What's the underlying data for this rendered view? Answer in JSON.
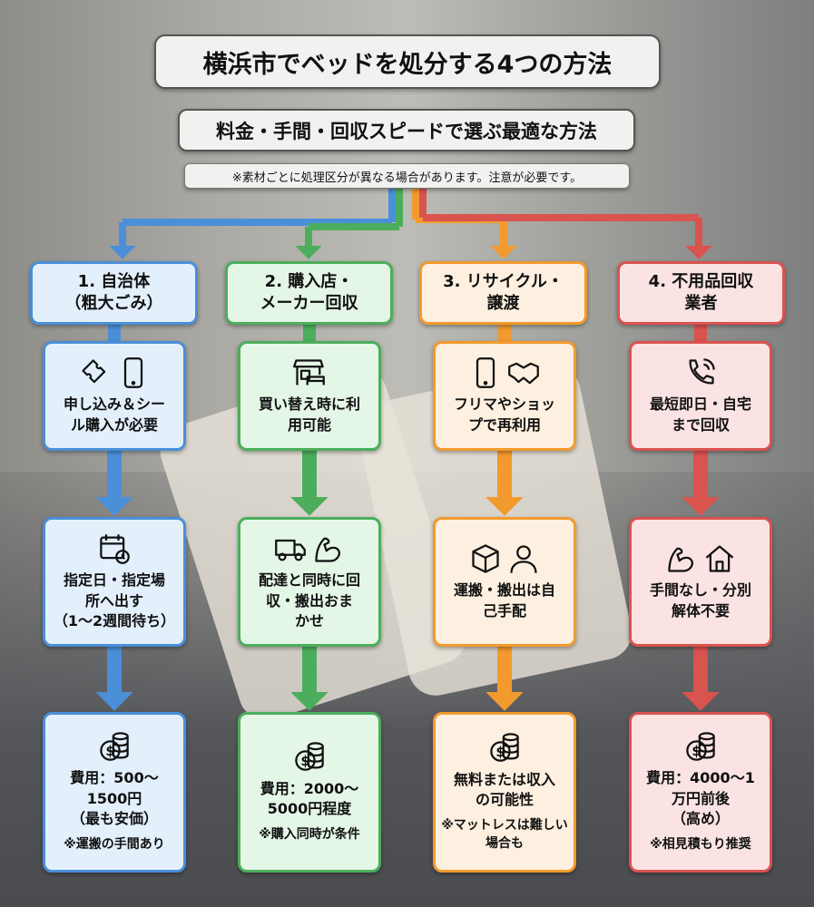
{
  "title": "横浜市でベッドを処分する4つの方法",
  "subtitle": "料金・手間・回収スピードで選ぶ最適な方法",
  "note": "※素材ごとに処理区分が異なる場合があります。注意が必要です。",
  "colors": {
    "blue": "#4a8fd8",
    "green": "#4cae5c",
    "orange": "#f29a2e",
    "red": "#d9534f"
  },
  "columns": [
    {
      "header": [
        "1. 自治体",
        "（粗大ごみ）"
      ],
      "step1": {
        "icons": [
          "ticket-icon",
          "smartphone-icon"
        ],
        "text": [
          "申し込み＆シー",
          "ル購入が必要"
        ]
      },
      "step2": {
        "icons": [
          "calendar-clock-icon"
        ],
        "text": [
          "指定日・指定場",
          "所へ出す",
          "（1〜2週間待ち）"
        ]
      },
      "cost": {
        "icons": [
          "coins-icon"
        ],
        "text": [
          "費用：500〜",
          "1500円",
          "（最も安価）"
        ],
        "note": "※運搬の手間あり"
      }
    },
    {
      "header": [
        "2. 購入店・",
        "メーカー回収"
      ],
      "step1": {
        "icons": [
          "store-bed-icon"
        ],
        "text": [
          "買い替え時に利",
          "用可能"
        ]
      },
      "step2": {
        "icons": [
          "truck-icon",
          "muscle-icon"
        ],
        "text": [
          "配達と同時に回",
          "収・搬出おま",
          "かせ"
        ]
      },
      "cost": {
        "icons": [
          "coins-icon"
        ],
        "text": [
          "費用：2000〜",
          "5000円程度"
        ],
        "note": "※購入同時が条件"
      }
    },
    {
      "header": [
        "3. リサイクル・",
        "譲渡"
      ],
      "step1": {
        "icons": [
          "smartphone-icon",
          "handshake-icon"
        ],
        "text": [
          "フリマやショッ",
          "プで再利用"
        ]
      },
      "step2": {
        "icons": [
          "box-icon",
          "person-icon"
        ],
        "text": [
          "運搬・搬出は自",
          "己手配"
        ]
      },
      "cost": {
        "icons": [
          "coins-icon"
        ],
        "text": [
          "無料または収入",
          "の可能性"
        ],
        "note": "※マットレスは難しい場合も"
      }
    },
    {
      "header": [
        "4. 不用品回収",
        "業者"
      ],
      "step1": {
        "icons": [
          "phone-call-icon"
        ],
        "text": [
          "最短即日・自宅",
          "まで回収"
        ]
      },
      "step2": {
        "icons": [
          "muscle-icon",
          "house-icon"
        ],
        "text": [
          "手間なし・分別",
          "解体不要"
        ]
      },
      "cost": {
        "icons": [
          "coins-icon"
        ],
        "text": [
          "費用：4000〜1",
          "万円前後",
          "（高め）"
        ],
        "note": "※相見積もり推奨"
      }
    }
  ]
}
